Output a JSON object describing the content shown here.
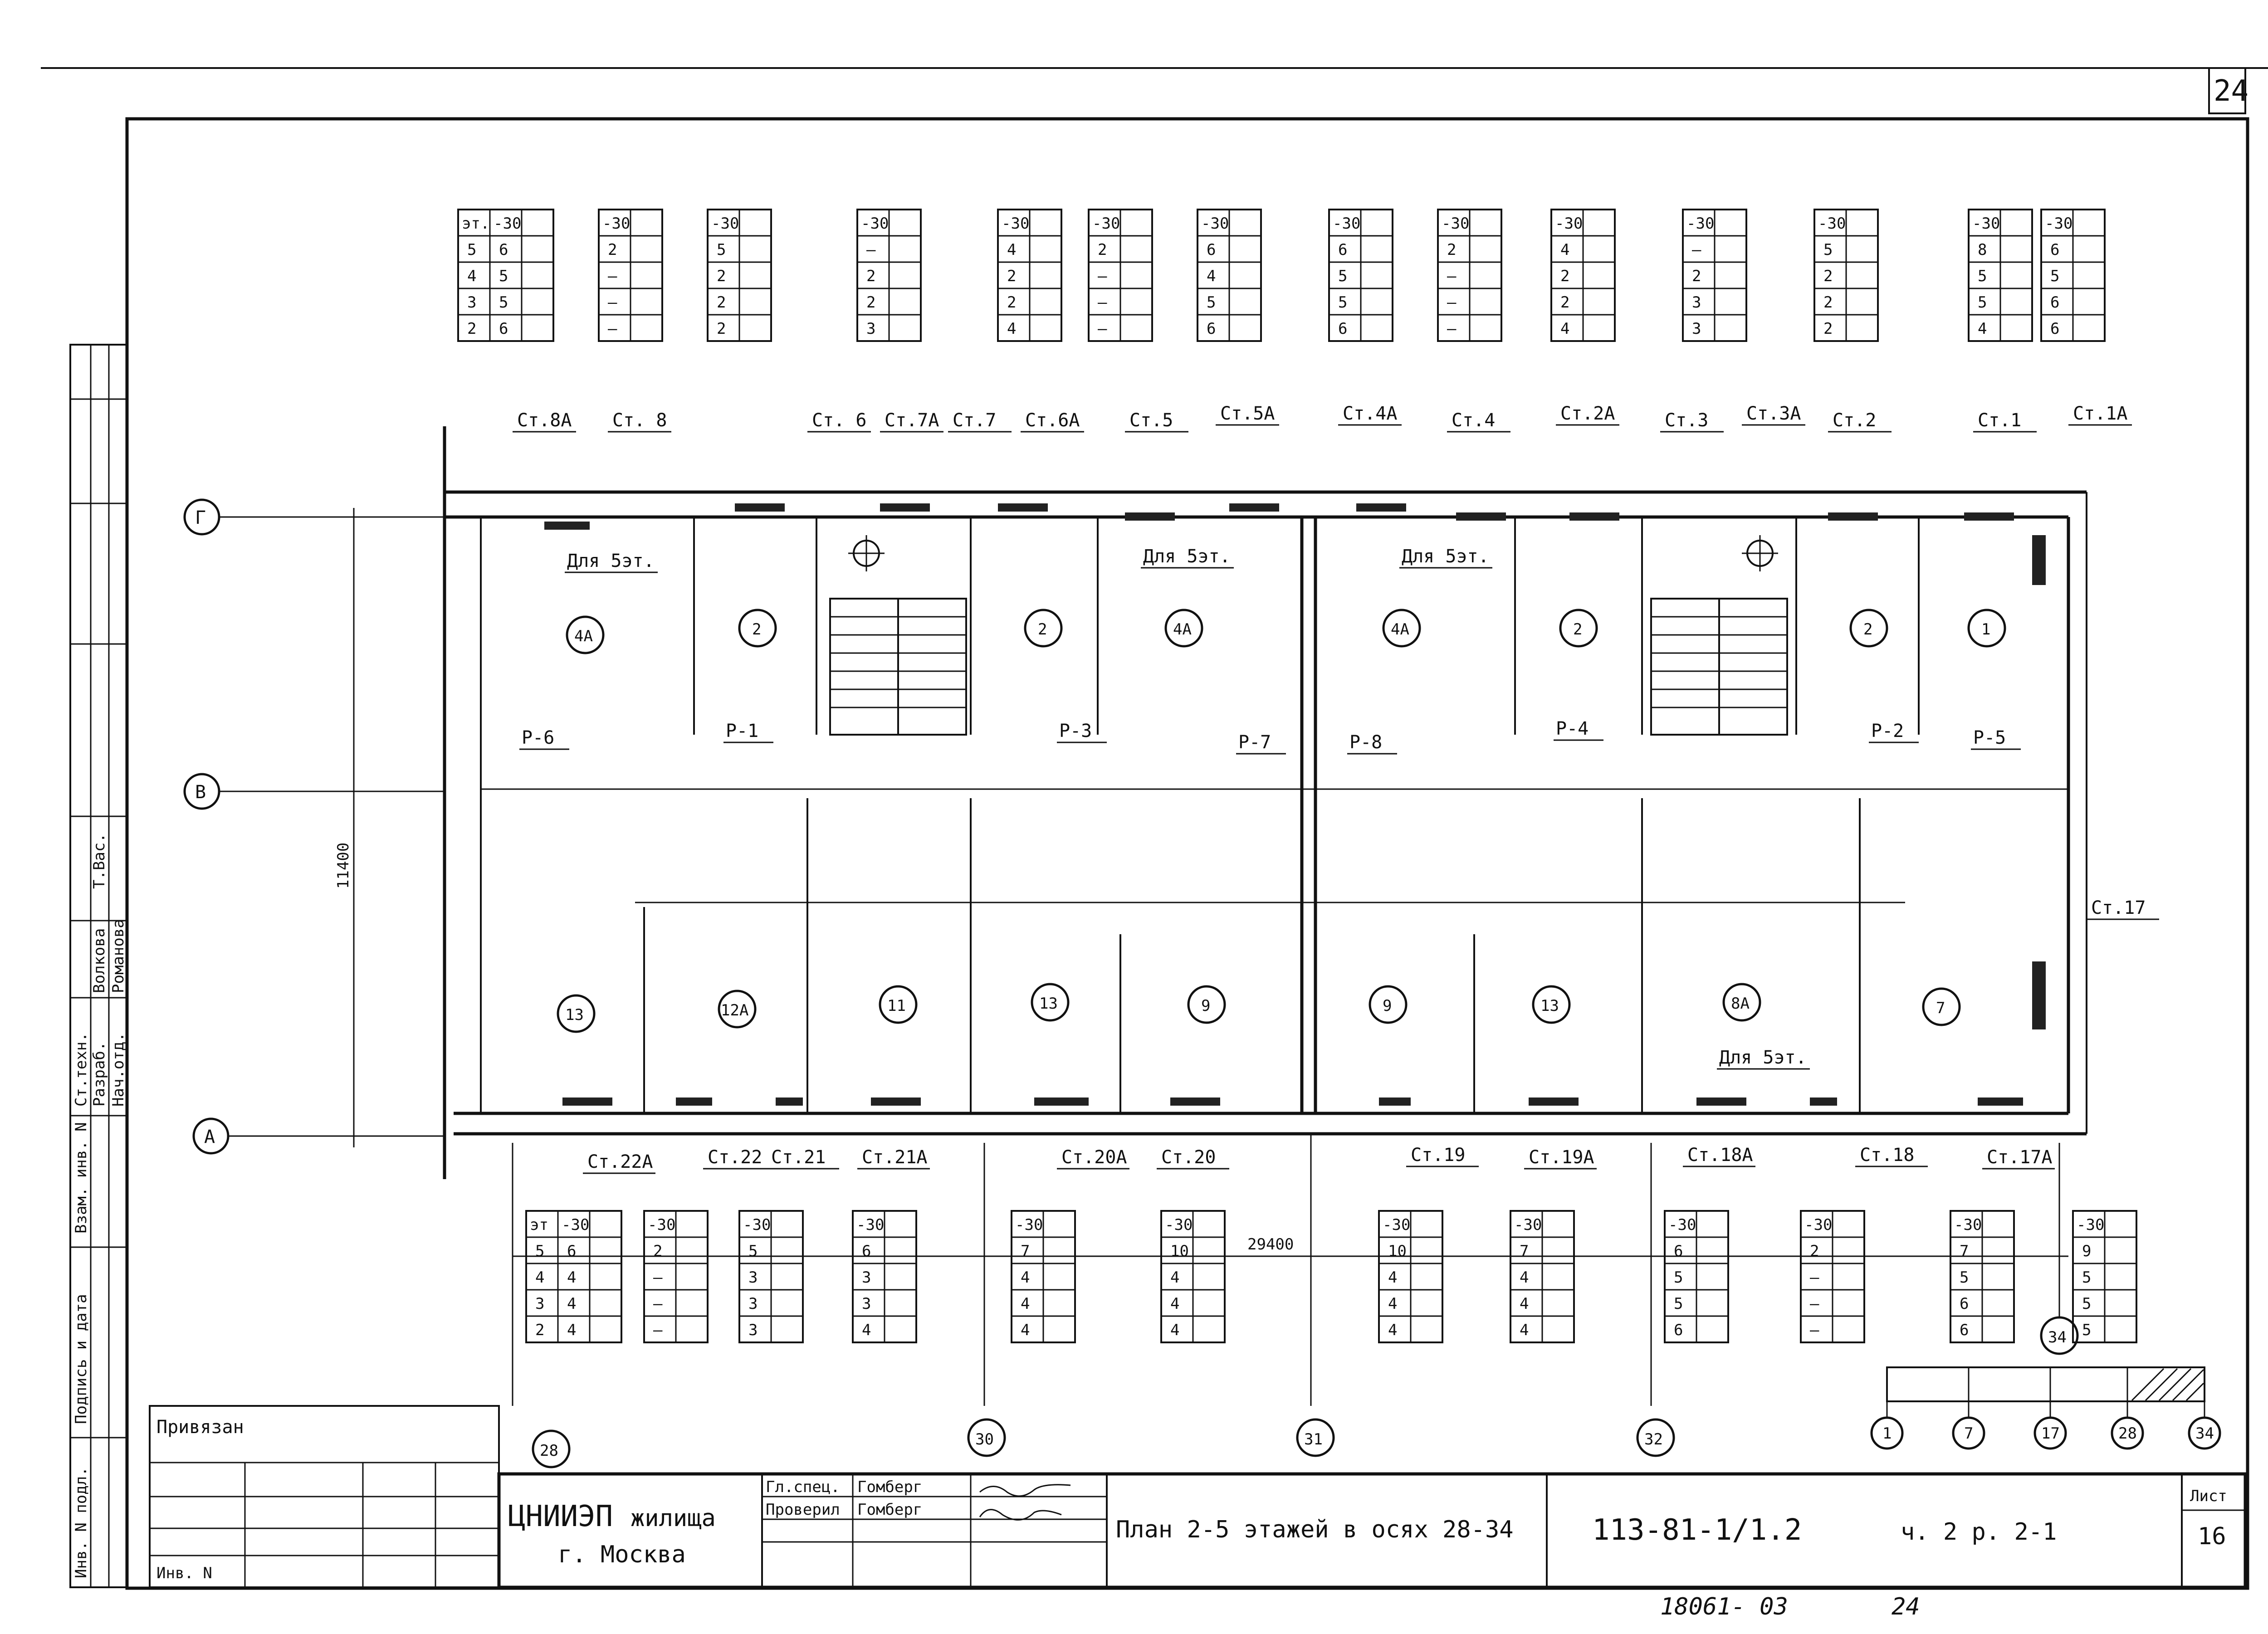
{
  "sheet": {
    "page_corner_number": "24",
    "sheet_label": "Лист",
    "sheet_number": "16",
    "footer_handwritten": "18061- 03",
    "footer_page": "24"
  },
  "title_block": {
    "organization_line1": "ЦНИИЭП",
    "organization_line2": "жилища",
    "city": "г. Москва",
    "role1": "Гл.спец.",
    "name1": "Гомберг",
    "role2": "Проверил",
    "name2": "Гомберг",
    "drawing_title": "План 2-5 этажей в осях 28-34",
    "project_code": "113-81-1/1.2",
    "part_section": "ч. 2  р. 2-1"
  },
  "binding_box": {
    "label": "Привязан",
    "inv_label": "Инв. N"
  },
  "left_stamp": {
    "labels": [
      "Инв. N подл.",
      "Подпись и дата",
      "Взам. инв. N",
      "Ст.техн.",
      "Разраб.",
      "Нач.отд."
    ],
    "names": [
      "Романова",
      "Волкова",
      "Т.Вас."
    ]
  },
  "axes": {
    "rows": [
      "Г",
      "В",
      "А"
    ],
    "columns": [
      "28",
      "30",
      "31",
      "32",
      "34"
    ],
    "dim_vertical": "11400",
    "dim_horizontal": "29400"
  },
  "top_tables": [
    {
      "header": [
        "эт.",
        "-30"
      ],
      "rows": [
        [
          "5",
          "6"
        ],
        [
          "4",
          "5"
        ],
        [
          "3",
          "5"
        ],
        [
          "2",
          "6"
        ]
      ]
    },
    {
      "header": [
        "-30"
      ],
      "rows": [
        [
          "2"
        ],
        [
          "–"
        ],
        [
          "–"
        ],
        [
          "–"
        ]
      ]
    },
    {
      "header": [
        "-30"
      ],
      "rows": [
        [
          "5"
        ],
        [
          "2"
        ],
        [
          "2"
        ],
        [
          "2"
        ]
      ]
    },
    {
      "header": [
        "-30"
      ],
      "rows": [
        [
          "–"
        ],
        [
          "2"
        ],
        [
          "2"
        ],
        [
          "3"
        ]
      ]
    },
    {
      "header": [
        "-30"
      ],
      "rows": [
        [
          "4"
        ],
        [
          "2"
        ],
        [
          "2"
        ],
        [
          "4"
        ]
      ]
    },
    {
      "header": [
        "-30"
      ],
      "rows": [
        [
          "2"
        ],
        [
          "–"
        ],
        [
          "–"
        ],
        [
          "–"
        ]
      ]
    },
    {
      "header": [
        "-30"
      ],
      "rows": [
        [
          "6"
        ],
        [
          "4"
        ],
        [
          "5"
        ],
        [
          "6"
        ]
      ]
    },
    {
      "header": [
        "-30"
      ],
      "rows": [
        [
          "6"
        ],
        [
          "5"
        ],
        [
          "5"
        ],
        [
          "6"
        ]
      ]
    },
    {
      "header": [
        "-30"
      ],
      "rows": [
        [
          "2"
        ],
        [
          "–"
        ],
        [
          "–"
        ],
        [
          "–"
        ]
      ]
    },
    {
      "header": [
        "-30"
      ],
      "rows": [
        [
          "4"
        ],
        [
          "2"
        ],
        [
          "2"
        ],
        [
          "4"
        ]
      ]
    },
    {
      "header": [
        "-30"
      ],
      "rows": [
        [
          "–"
        ],
        [
          "2"
        ],
        [
          "3"
        ],
        [
          "3"
        ]
      ]
    },
    {
      "header": [
        "-30"
      ],
      "rows": [
        [
          "5"
        ],
        [
          "2"
        ],
        [
          "2"
        ],
        [
          "2"
        ]
      ]
    },
    {
      "header": [
        "-30"
      ],
      "rows": [
        [
          "8"
        ],
        [
          "5"
        ],
        [
          "5"
        ],
        [
          "4"
        ]
      ]
    },
    {
      "header": [
        "-30"
      ],
      "rows": [
        [
          "6"
        ],
        [
          "5"
        ],
        [
          "6"
        ],
        [
          "6"
        ]
      ]
    }
  ],
  "bottom_tables": [
    {
      "header": [
        "эт",
        "-30"
      ],
      "rows": [
        [
          "5",
          "6"
        ],
        [
          "4",
          "4"
        ],
        [
          "3",
          "4"
        ],
        [
          "2",
          "4"
        ]
      ]
    },
    {
      "header": [
        "-30"
      ],
      "rows": [
        [
          "2"
        ],
        [
          "–"
        ],
        [
          "–"
        ],
        [
          "–"
        ]
      ]
    },
    {
      "header": [
        "-30"
      ],
      "rows": [
        [
          "5"
        ],
        [
          "3"
        ],
        [
          "3"
        ],
        [
          "3"
        ]
      ]
    },
    {
      "header": [
        "-30"
      ],
      "rows": [
        [
          "6"
        ],
        [
          "3"
        ],
        [
          "3"
        ],
        [
          "4"
        ]
      ]
    },
    {
      "header": [
        "-30"
      ],
      "rows": [
        [
          "7"
        ],
        [
          "4"
        ],
        [
          "4"
        ],
        [
          "4"
        ]
      ]
    },
    {
      "header": [
        "-30"
      ],
      "rows": [
        [
          "10"
        ],
        [
          "4"
        ],
        [
          "4"
        ],
        [
          "4"
        ]
      ]
    },
    {
      "header": [
        "-30"
      ],
      "rows": [
        [
          "10"
        ],
        [
          "4"
        ],
        [
          "4"
        ],
        [
          "4"
        ]
      ]
    },
    {
      "header": [
        "-30"
      ],
      "rows": [
        [
          "7"
        ],
        [
          "4"
        ],
        [
          "4"
        ],
        [
          "4"
        ]
      ]
    },
    {
      "header": [
        "-30"
      ],
      "rows": [
        [
          "6"
        ],
        [
          "5"
        ],
        [
          "5"
        ],
        [
          "6"
        ]
      ]
    },
    {
      "header": [
        "-30"
      ],
      "rows": [
        [
          "2"
        ],
        [
          "–"
        ],
        [
          "–"
        ],
        [
          "–"
        ]
      ]
    },
    {
      "header": [
        "-30"
      ],
      "rows": [
        [
          "7"
        ],
        [
          "5"
        ],
        [
          "6"
        ],
        [
          "6"
        ]
      ]
    },
    {
      "header": [
        "-30"
      ],
      "rows": [
        [
          "9"
        ],
        [
          "5"
        ],
        [
          "5"
        ],
        [
          "5"
        ]
      ]
    }
  ],
  "riser_labels_top": [
    "Ст.8А",
    "Ст. 8",
    "Ст. 6",
    "Ст.7А",
    "Ст.7",
    "Ст.6А",
    "Ст.5",
    "Ст.5А",
    "Ст.4А",
    "Ст.4",
    "Ст.2А",
    "Ст.3",
    "Ст.3А",
    "Ст.2",
    "Ст.1",
    "Ст.1А"
  ],
  "riser_labels_bottom": [
    "Ст.22А",
    "Ст.22",
    "Ст.21",
    "Ст.21А",
    "Ст.20А",
    "Ст.20",
    "Ст.19",
    "Ст.19А",
    "Ст.18А",
    "Ст.18",
    "Ст.17А",
    "Ст.17"
  ],
  "notes": [
    "Для 5эт.",
    "Для 5эт.",
    "Для 5эт.",
    "Для 5эт."
  ],
  "room_numbers": [
    "4А",
    "2",
    "2",
    "4А",
    "4А",
    "2",
    "2",
    "1",
    "13",
    "12А",
    "11",
    "13",
    "9",
    "9",
    "13",
    "8А",
    "7"
  ],
  "equipment_labels": [
    "Р-6",
    "Р-1",
    "Р-3",
    "Р-7",
    "Р-8",
    "Р-4",
    "Р-2",
    "Р-5"
  ],
  "legend_axes": [
    "1",
    "7",
    "17",
    "28",
    "34"
  ]
}
